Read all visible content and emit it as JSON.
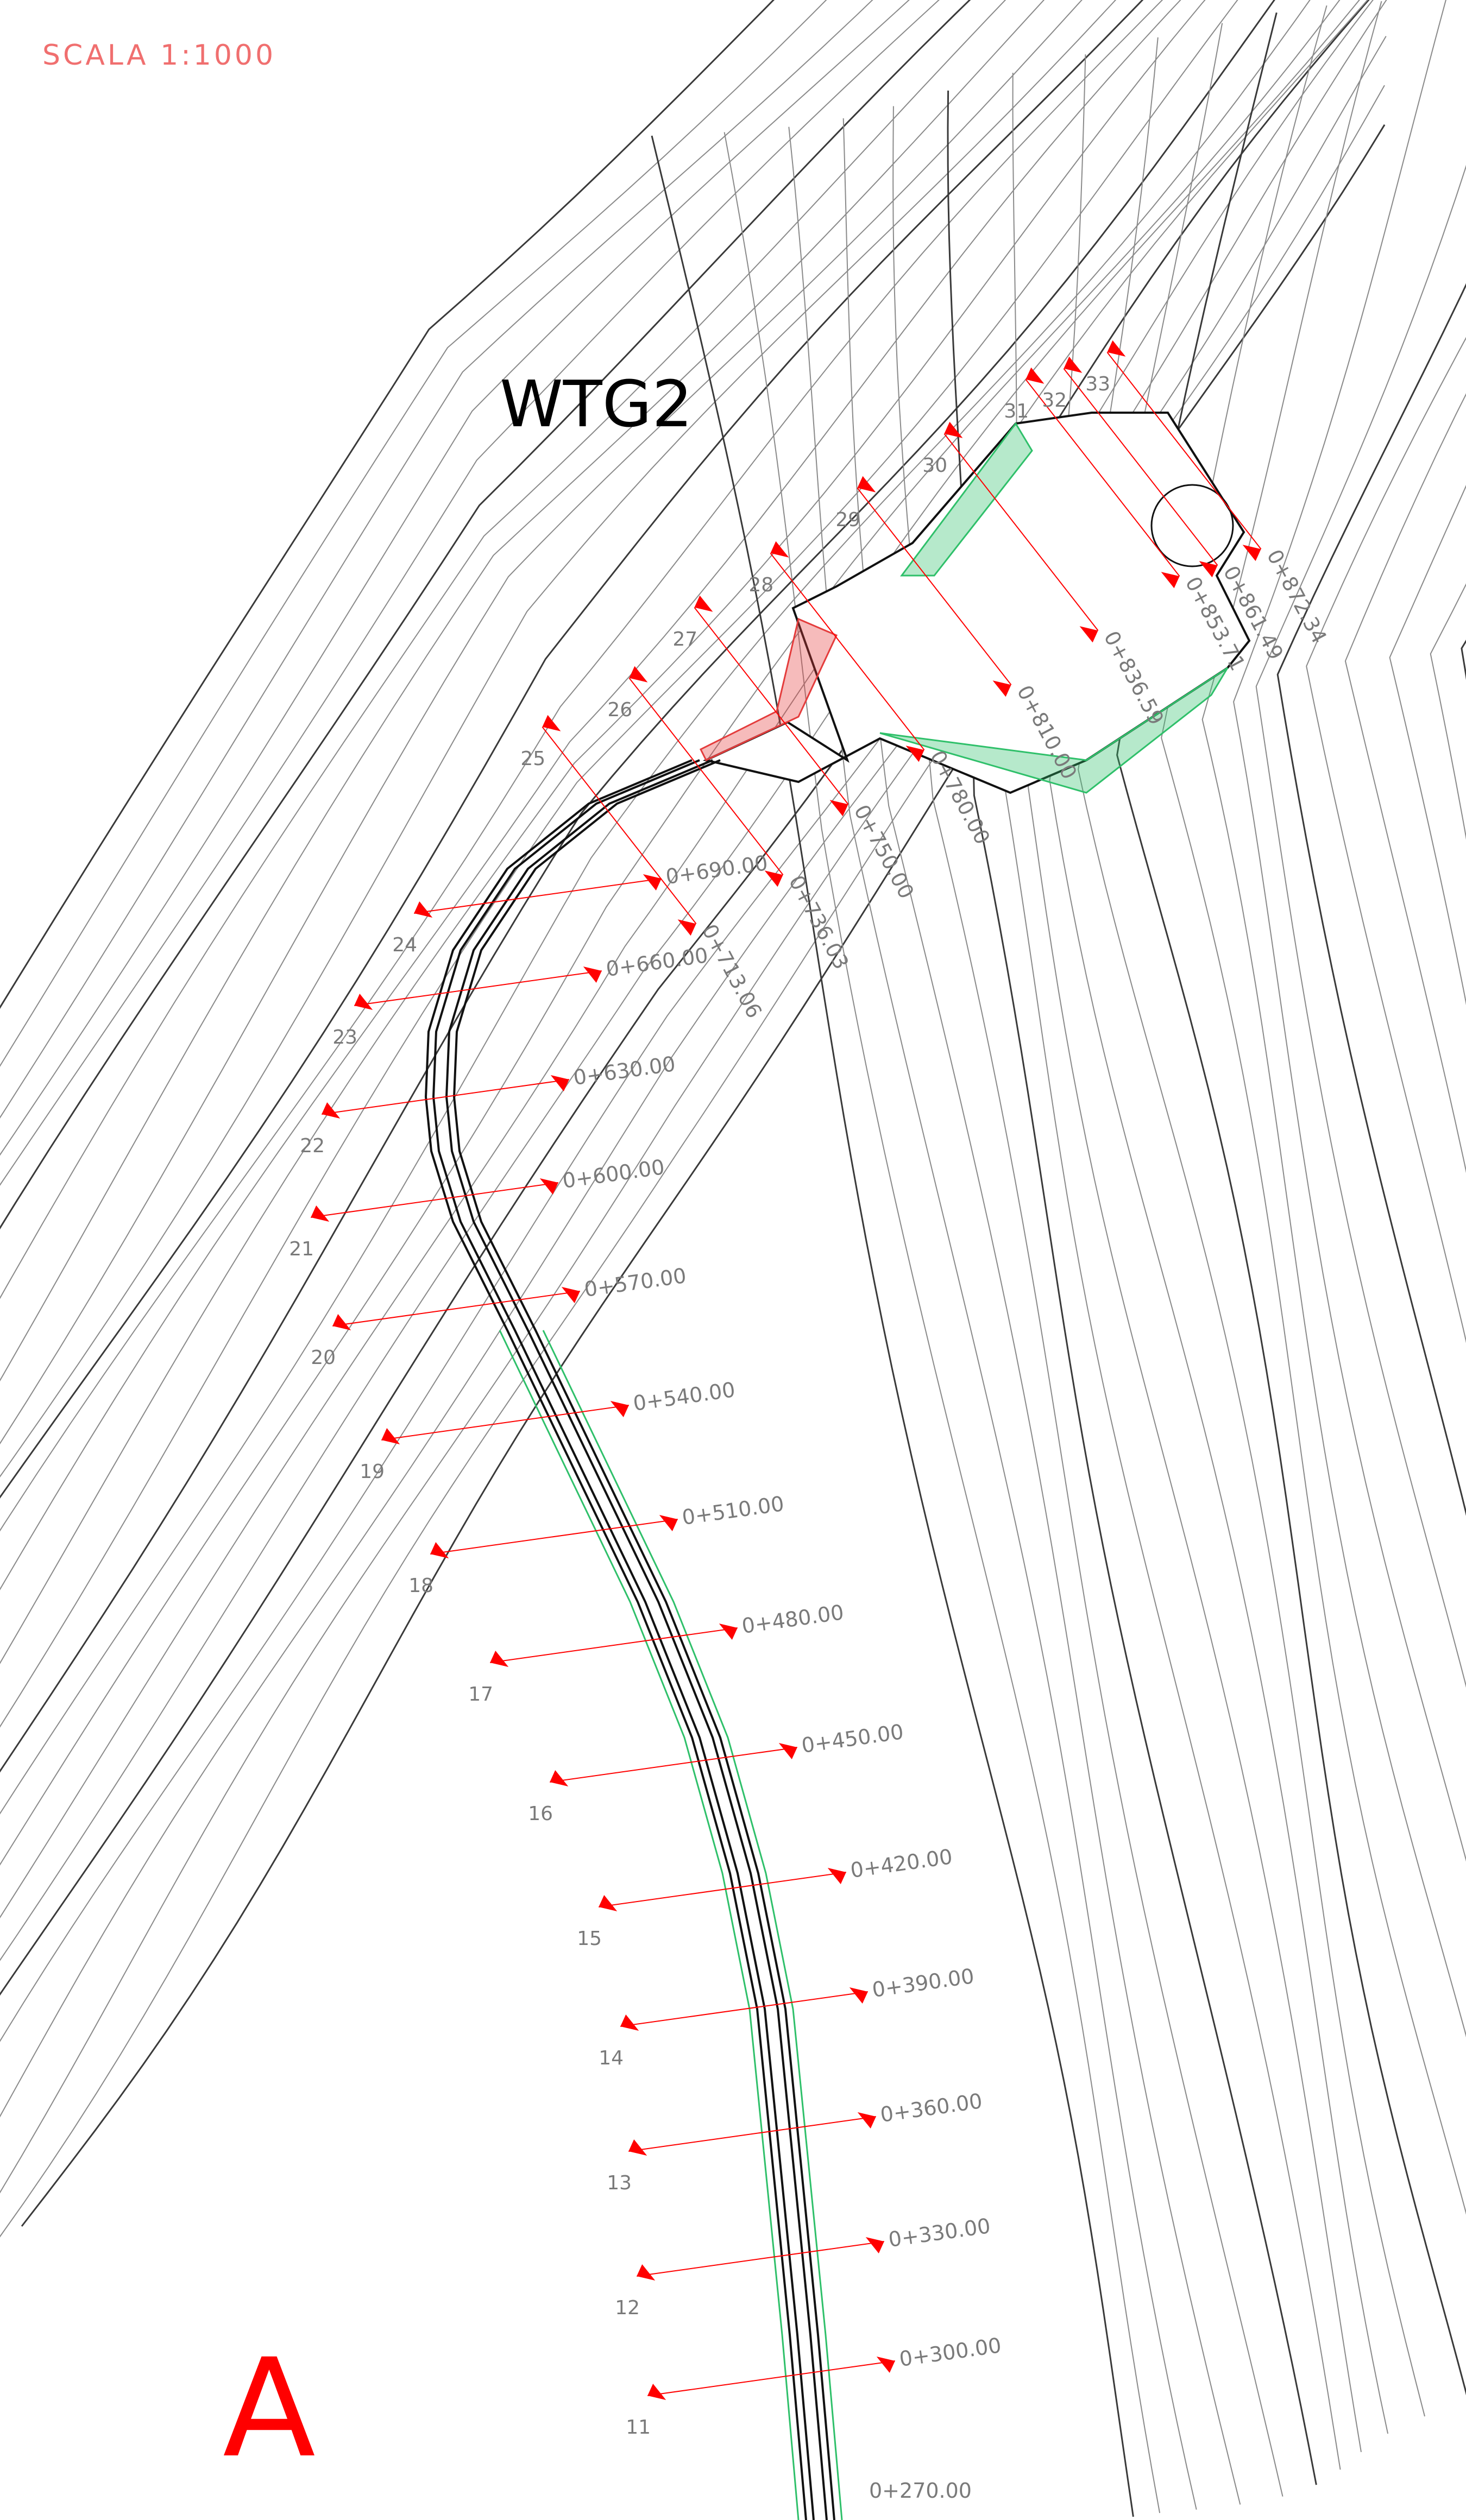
{
  "drawing": {
    "scale_label": "SCALA 1:1000",
    "turbine_label": "WTG2",
    "sheet_letter": "A",
    "colors": {
      "contour": "#8a8a8a",
      "contour_major": "#3a3a3a",
      "road": "#111111",
      "section": "#ff0000",
      "fill_area": "#2fc06a",
      "cut_area": "#e43c3c",
      "scale_text": "#f06f6f",
      "sheet_letter": "#ff0000"
    }
  },
  "sections": [
    {
      "n": "11",
      "ch": "0+300.00"
    },
    {
      "n": "12",
      "ch": "0+330.00"
    },
    {
      "n": "13",
      "ch": "0+360.00"
    },
    {
      "n": "14",
      "ch": "0+390.00"
    },
    {
      "n": "15",
      "ch": "0+420.00"
    },
    {
      "n": "16",
      "ch": "0+450.00"
    },
    {
      "n": "17",
      "ch": "0+480.00"
    },
    {
      "n": "18",
      "ch": "0+510.00"
    },
    {
      "n": "19",
      "ch": "0+540.00"
    },
    {
      "n": "20",
      "ch": "0+570.00"
    },
    {
      "n": "21",
      "ch": "0+600.00"
    },
    {
      "n": "22",
      "ch": "0+630.00"
    },
    {
      "n": "23",
      "ch": "0+660.00"
    },
    {
      "n": "24",
      "ch": "0+690.00"
    },
    {
      "n": "25",
      "ch": "0+713.06"
    },
    {
      "n": "26",
      "ch": "0+736.03"
    },
    {
      "n": "27",
      "ch": "0+750.00"
    },
    {
      "n": "28",
      "ch": "0+780.00"
    },
    {
      "n": "29",
      "ch": "0+810.00"
    },
    {
      "n": "30",
      "ch": "0+836.59"
    },
    {
      "n": "31",
      "ch": "0+853.71"
    },
    {
      "n": "32",
      "ch": "0+861.49"
    },
    {
      "n": "33",
      "ch": "0+872.34"
    }
  ],
  "extra_chainage": "0+270.00"
}
